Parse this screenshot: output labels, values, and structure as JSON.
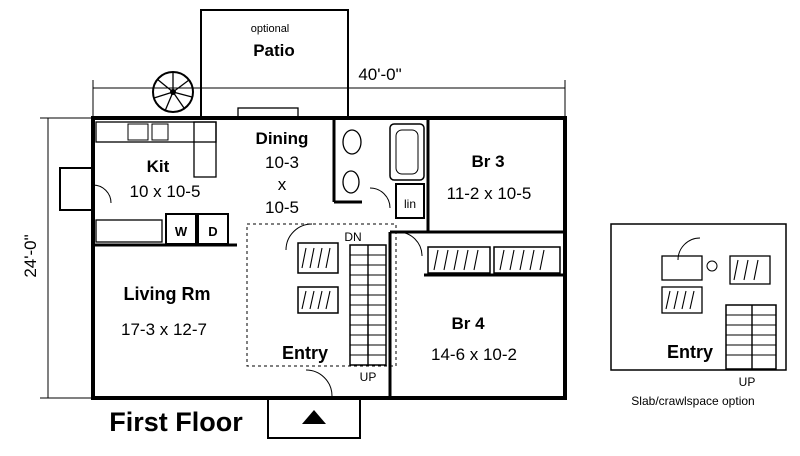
{
  "patio": {
    "note": "optional",
    "name": "Patio"
  },
  "dimensions": {
    "width": "40'-0\"",
    "depth": "24'-0\""
  },
  "rooms": {
    "kitchen": {
      "name": "Kit",
      "size": "10 x 10-5"
    },
    "dining": {
      "name": "Dining",
      "size_1": "10-3",
      "size_x": "x",
      "size_2": "10-5"
    },
    "bedroom3": {
      "name": "Br 3",
      "size": "11-2 x 10-5"
    },
    "bedroom4": {
      "name": "Br 4",
      "size": "14-6 x 10-2"
    },
    "living": {
      "name": "Living Rm",
      "size": "17-3 x 12-7"
    },
    "entry": {
      "name": "Entry"
    },
    "linen": {
      "name": "lin"
    },
    "washer": {
      "name": "W"
    },
    "dryer": {
      "name": "D"
    }
  },
  "stairs": {
    "down": "DN",
    "up": "UP"
  },
  "floor_title": "First Floor",
  "option": {
    "entry": "Entry",
    "up": "UP",
    "caption": "Slab/crawlspace option"
  }
}
